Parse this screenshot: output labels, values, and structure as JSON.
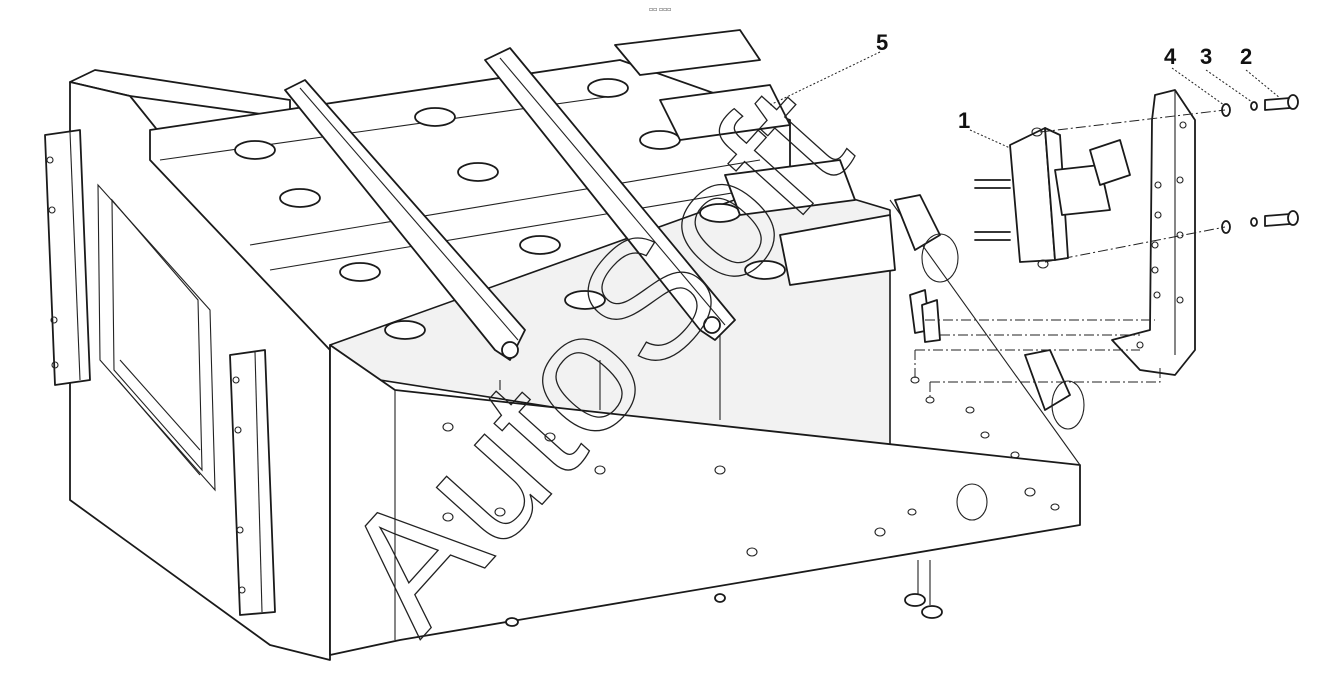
{
  "header_mark": "▫▫ ▫▫▫",
  "callouts": [
    {
      "id": "1",
      "label": "1",
      "part": "switch"
    },
    {
      "id": "2",
      "label": "2",
      "part": "bolt"
    },
    {
      "id": "3",
      "label": "3",
      "part": "washer"
    },
    {
      "id": "4",
      "label": "4",
      "part": "washer"
    },
    {
      "id": "5",
      "label": "5",
      "part": "cover"
    }
  ],
  "watermark": "AutoSoft"
}
